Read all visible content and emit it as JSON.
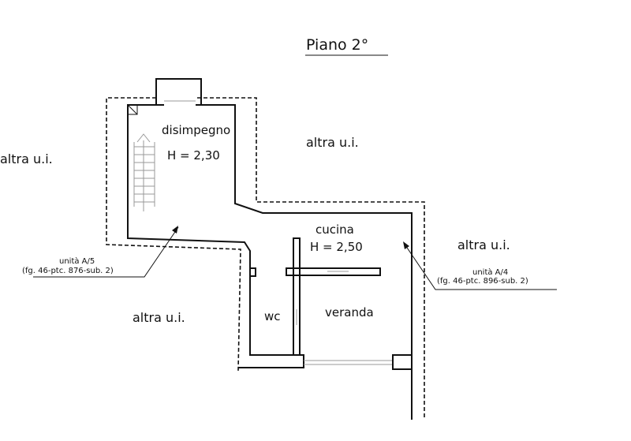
{
  "title": "Piano 2°",
  "rooms": {
    "disimpegno": "disimpegno",
    "disimpegno_height": "H = 2,30",
    "cucina": "cucina",
    "cucina_height": "H = 2,50",
    "wc": "wc",
    "veranda": "veranda"
  },
  "other_units": {
    "left": "altra u.i.",
    "top_right": "altra u.i.",
    "right": "altra u.i.",
    "bottom_left": "altra u.i."
  },
  "callouts": {
    "unit_a5_name": "unità A/5",
    "unit_a5_ref": "(fg. 46-ptc. 876-sub. 2)",
    "unit_a4_name": "unità A/4",
    "unit_a4_ref": "(fg. 46-ptc. 896-sub. 2)"
  }
}
